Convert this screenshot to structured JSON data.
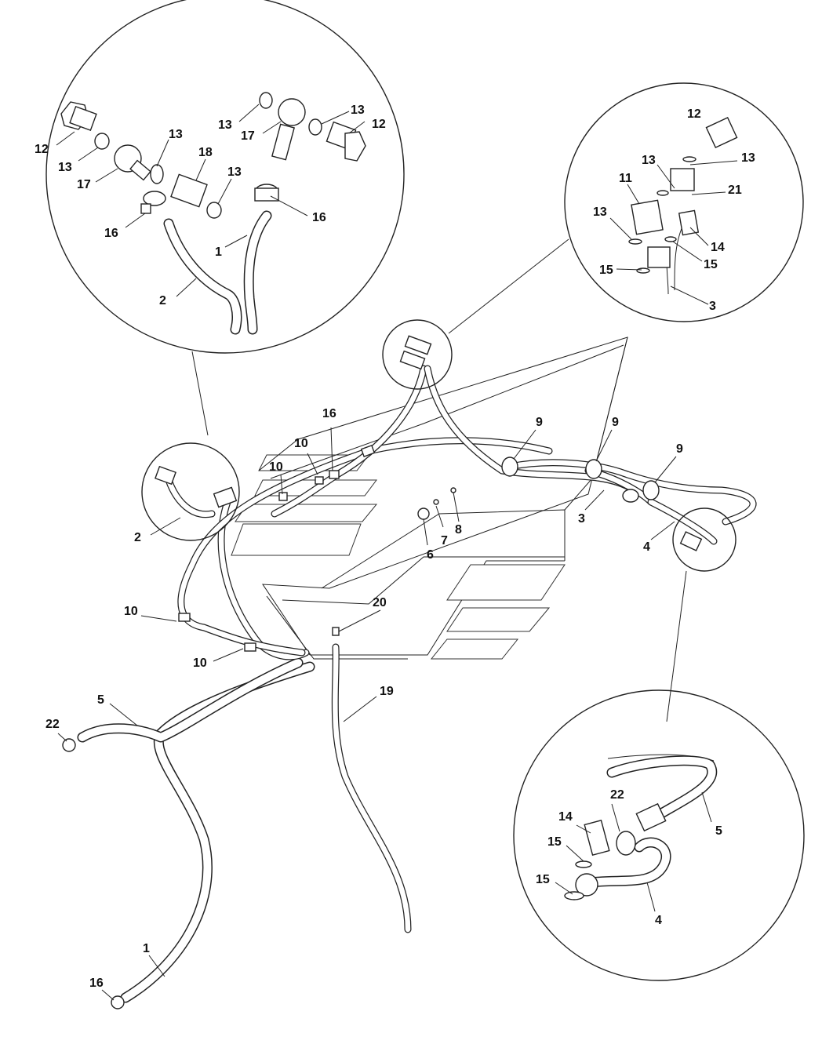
{
  "diagram": {
    "callouts": {
      "c1": "1",
      "c2": "2",
      "c3": "3",
      "c4": "4",
      "c5": "5",
      "c6": "6",
      "c7": "7",
      "c8": "8",
      "c9": "9",
      "c10": "10",
      "c11": "11",
      "c12": "12",
      "c13": "13",
      "c14": "14",
      "c15": "15",
      "c16": "16",
      "c17": "17",
      "c18": "18",
      "c19": "19",
      "c20": "20",
      "c21": "21",
      "c22": "22"
    }
  }
}
